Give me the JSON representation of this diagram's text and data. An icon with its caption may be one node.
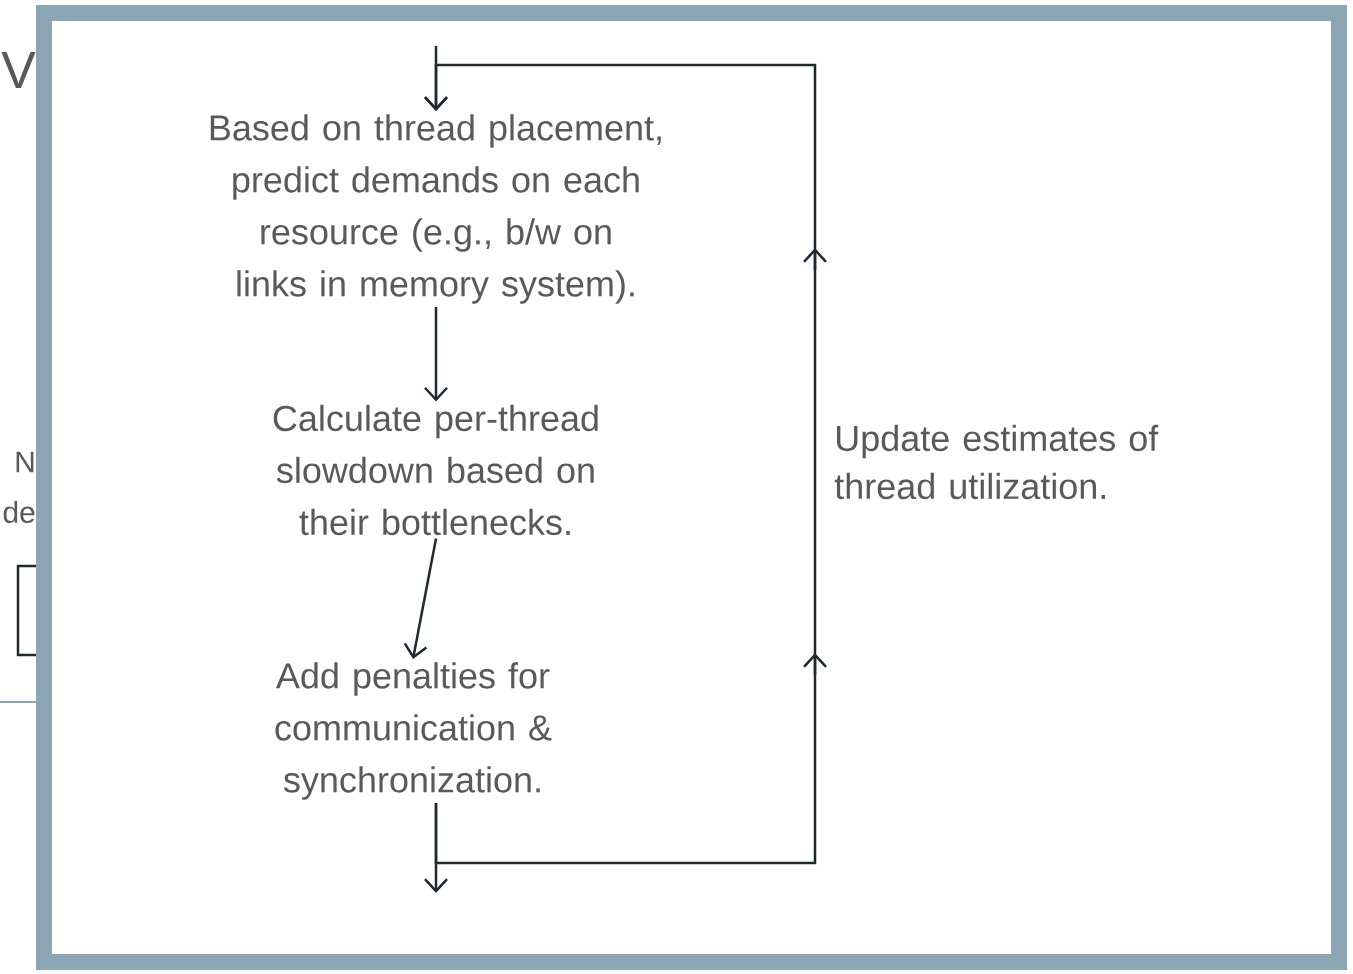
{
  "diagram": {
    "nodes": [
      {
        "text": [
          "Based on thread placement, predict demands on each resource (e.g., b/w on links in memory system)."
        ]
      },
      {
        "text": [
          "Calculate per-thread slowdown based on their bottlenecks."
        ]
      },
      {
        "text": [
          "Add penalties for communication & synchronization."
        ]
      }
    ],
    "edges": [
      {
        "from": null,
        "to": 0,
        "arrow": "to"
      },
      {
        "from": 0,
        "to": 1,
        "arrow": "to"
      },
      {
        "from": 1,
        "to": 2,
        "arrow": "to"
      },
      {
        "from": 2,
        "to": null,
        "arrow": "to"
      },
      {
        "from": 2,
        "to": 0,
        "arrow": "to",
        "label": "Update estimates of thread utilization."
      }
    ],
    "labels": [
      "V",
      "N",
      "de"
    ]
  }
}
